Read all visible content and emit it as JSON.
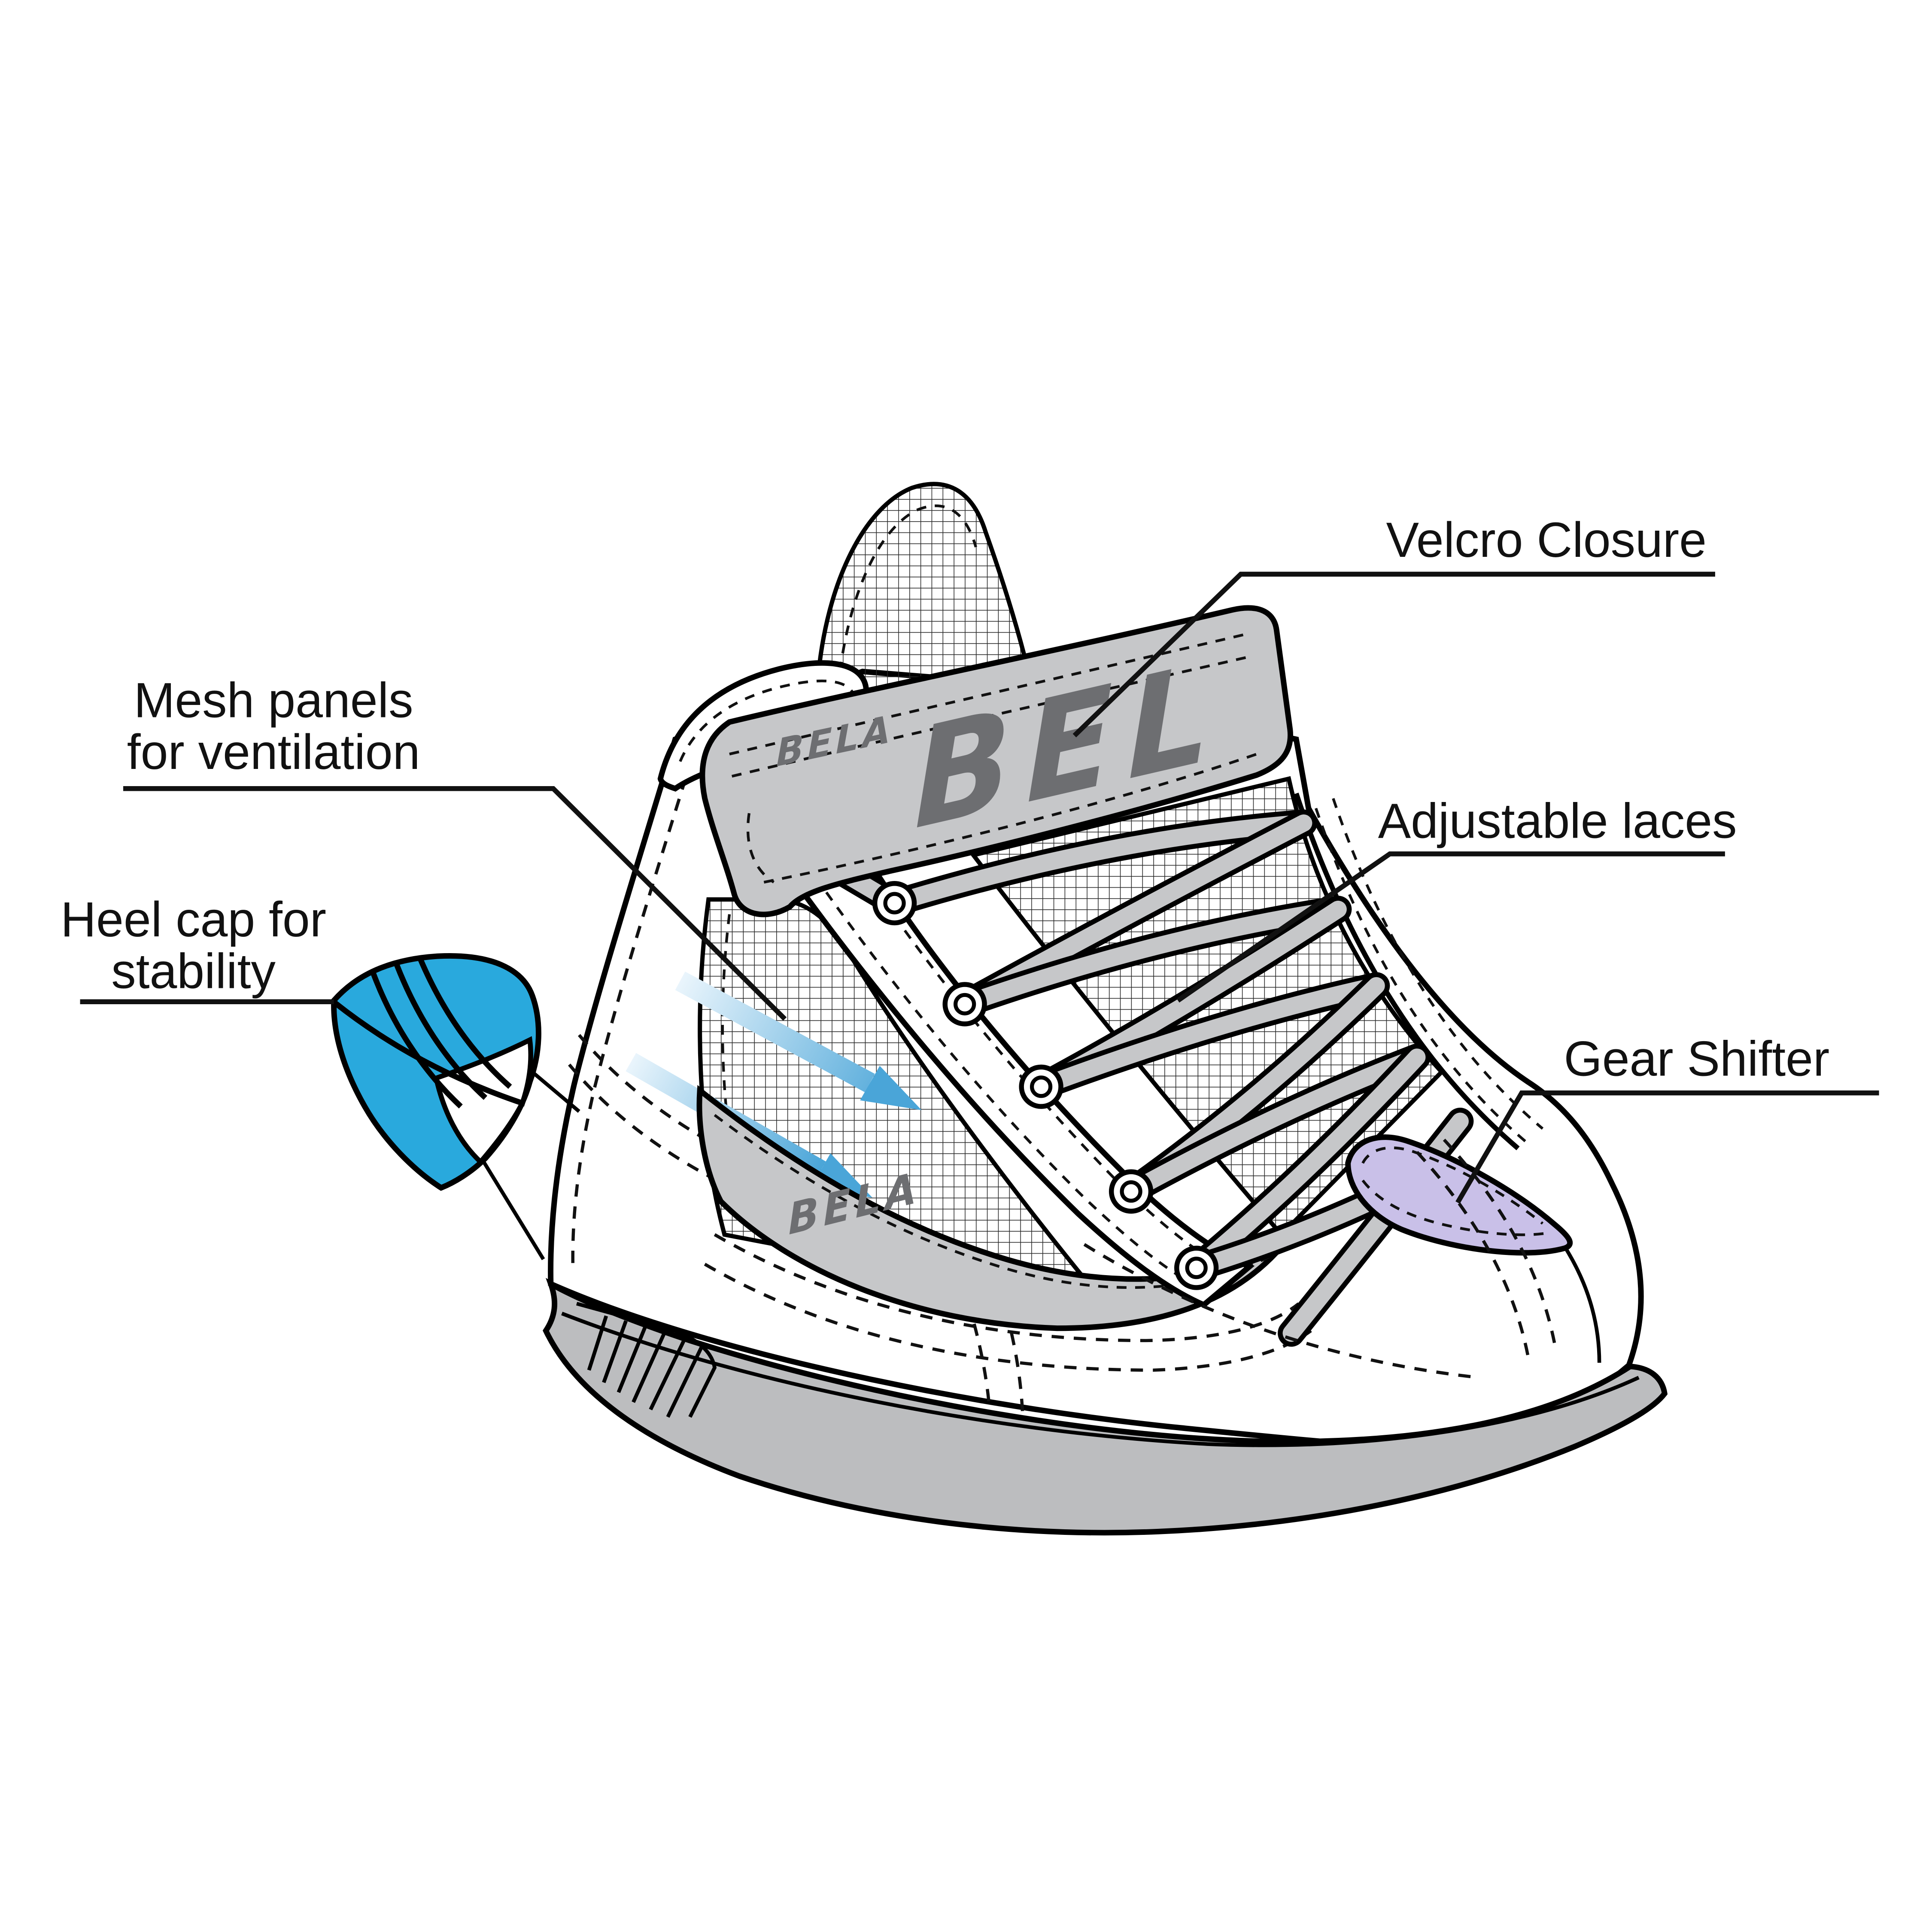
{
  "figure": {
    "subject": "BELA motorcycle riding boot, annotated side view"
  },
  "callouts": {
    "velcro": {
      "label": "Velcro Closure"
    },
    "mesh": {
      "label_line1": "Mesh panels",
      "label_line2": "for ventilation"
    },
    "heel": {
      "label_line1": "Heel cap for",
      "label_line2": "stability"
    },
    "laces": {
      "label": "Adjustable laces"
    },
    "gear": {
      "label": "Gear Shifter"
    }
  },
  "brand": {
    "strap_logo_large": "BEL",
    "strap_logo_small": "BELA",
    "side_panel_logo": "BELA"
  },
  "colors": {
    "heel_cap": "#29a9dd",
    "gear_pad": "#c9c0e8",
    "panel_gray": "#c6c7c9",
    "sole_gray": "#bcbdbf",
    "logo_gray": "#6d6e71",
    "arrow_blue": "#4aa5d8",
    "outline": "#000000"
  }
}
